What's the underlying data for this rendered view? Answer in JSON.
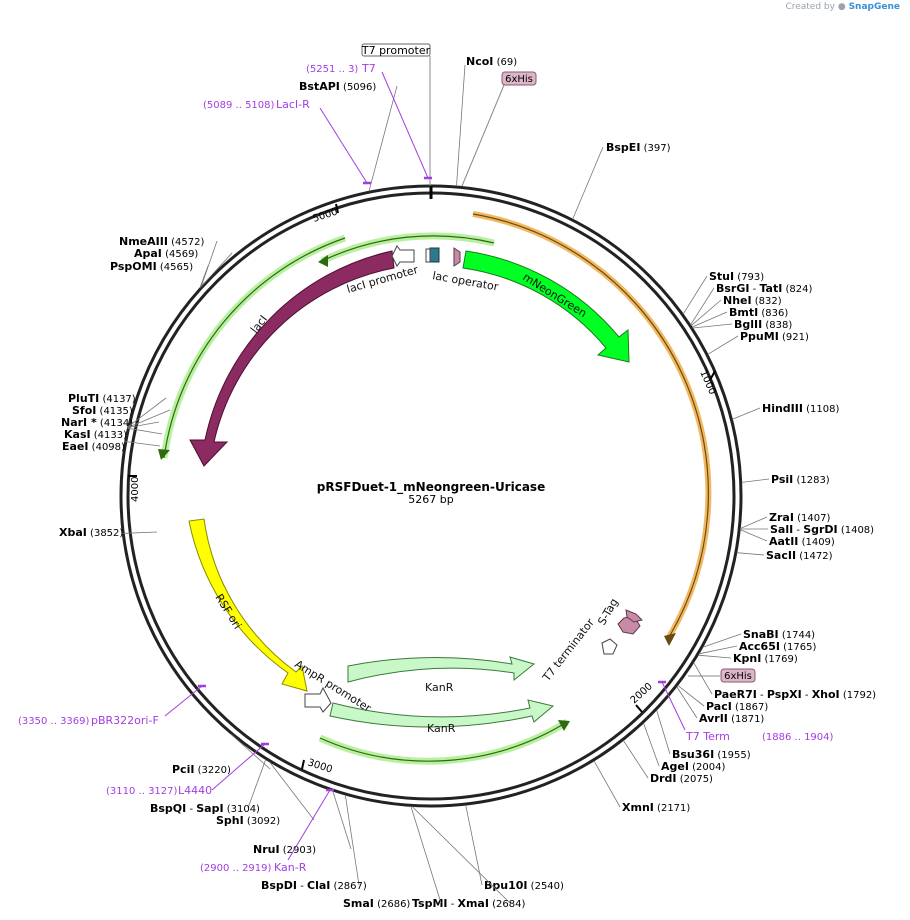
{
  "watermark": {
    "prefix": "Created by",
    "brand": "SnapGene"
  },
  "plasmid": {
    "name": "pRSFDuet-1_mNeongreen-Uricase",
    "size_text": "5267 bp",
    "length": 5267
  },
  "ticks": [
    "1000",
    "2000",
    "3000",
    "4000",
    "5000"
  ],
  "colors": {
    "mNeonGreen": "#00ff22",
    "lacI": "#8c2a62",
    "rsf_ori": "#ffff00",
    "kanr": "#c8f7c8",
    "outline_orange": "#f0b050",
    "primer": "#a23ee0",
    "tag": "#c98aa8",
    "lac_operator": "#2d7a8c"
  },
  "feature_labels": {
    "lacI_promoter": "lacI promoter",
    "lac_operator": "lac operator",
    "mNeonGreen": "mNeonGreen",
    "lacI": "lacI",
    "rsf_ori": "RSF ori",
    "ampr_promoter": "AmpR promoter",
    "kanr_1": "KanR",
    "kanr_2": "KanR",
    "t7_terminator": "T7 terminator",
    "s_tag": "S-Tag",
    "t7_promoter": "T7 promoter",
    "his_tag_top": "6xHis",
    "his_tag_right": "6xHis"
  },
  "sites": [
    {
      "name": "NcoI",
      "pos": "(69)"
    },
    {
      "name": "BspEI",
      "pos": "(397)"
    },
    {
      "name": "StuI",
      "pos": "(793)"
    },
    {
      "name": "BsrGI",
      "sep": "- ",
      "name2": "TatI",
      "pos": "(824)"
    },
    {
      "name": "NheI",
      "pos": "(832)"
    },
    {
      "name": "BmtI",
      "pos": "(836)"
    },
    {
      "name": "BglII",
      "pos": "(838)"
    },
    {
      "name": "PpuMI",
      "pos": "(921)"
    },
    {
      "name": "HindIII",
      "pos": "(1108)"
    },
    {
      "name": "PsiI",
      "pos": "(1283)"
    },
    {
      "name": "ZraI",
      "pos": "(1407)"
    },
    {
      "name": "SalI",
      "sep": "- ",
      "name2": "SgrDI",
      "pos": "(1408)"
    },
    {
      "name": "AatII",
      "pos": "(1409)"
    },
    {
      "name": "SacII",
      "pos": "(1472)"
    },
    {
      "name": "SnaBI",
      "pos": "(1744)"
    },
    {
      "name": "Acc65I",
      "pos": "(1765)"
    },
    {
      "name": "KpnI",
      "pos": "(1769)"
    },
    {
      "name": "PaeR7I",
      "sep": "- ",
      "name2": "PspXI",
      "sep2": "- ",
      "name3": "XhoI",
      "pos": "(1792)"
    },
    {
      "name": "PacI",
      "pos": "(1867)"
    },
    {
      "name": "AvrII",
      "pos": "(1871)"
    },
    {
      "name": "Bsu36I",
      "pos": "(1955)"
    },
    {
      "name": "AgeI",
      "pos": "(2004)"
    },
    {
      "name": "DrdI",
      "pos": "(2075)"
    },
    {
      "name": "XmnI",
      "pos": "(2171)"
    },
    {
      "name": "Bpu10I",
      "pos": "(2540)"
    },
    {
      "name": "TspMI",
      "sep": "- ",
      "name2": "XmaI",
      "pos": "(2684)"
    },
    {
      "name": "SmaI",
      "pos": "(2686)"
    },
    {
      "name": "BspDI",
      "sep": "- ",
      "name2": "ClaI",
      "pos": "(2867)"
    },
    {
      "name": "NruI",
      "pos": "(2903)"
    },
    {
      "name": "SphI",
      "pos": "(3092)"
    },
    {
      "name": "BspQI",
      "sep": "- ",
      "name2": "SapI",
      "pos": "(3104)"
    },
    {
      "name": "PciI",
      "pos": "(3220)"
    },
    {
      "name": "XbaI",
      "pos": "(3852)"
    },
    {
      "name": "EaeI",
      "pos": "(4098)"
    },
    {
      "name": "KasI",
      "pos": "(4133)"
    },
    {
      "name": "NarI *",
      "pos": "(4134)"
    },
    {
      "name": "SfoI",
      "pos": "(4135)"
    },
    {
      "name": "PluTI",
      "pos": "(4137)"
    },
    {
      "name": "PspOMI",
      "pos": "(4565)"
    },
    {
      "name": "ApaI",
      "pos": "(4569)"
    },
    {
      "name": "NmeAIII",
      "pos": "(4572)"
    },
    {
      "name": "BstAPI",
      "pos": "(5096)"
    }
  ],
  "primers": [
    {
      "name": "T7",
      "pos": "(5251 .. 3)"
    },
    {
      "name": "LacI-R",
      "pos": "(5089 .. 5108)"
    },
    {
      "name": "T7 Term",
      "pos": "(1886 .. 1904)"
    },
    {
      "name": "pBR322ori-F",
      "pos": "(3350 .. 3369)"
    },
    {
      "name": "L4440",
      "pos": "(3110 .. 3127)"
    },
    {
      "name": "Kan-R",
      "pos": "(2900 .. 2919)"
    }
  ]
}
